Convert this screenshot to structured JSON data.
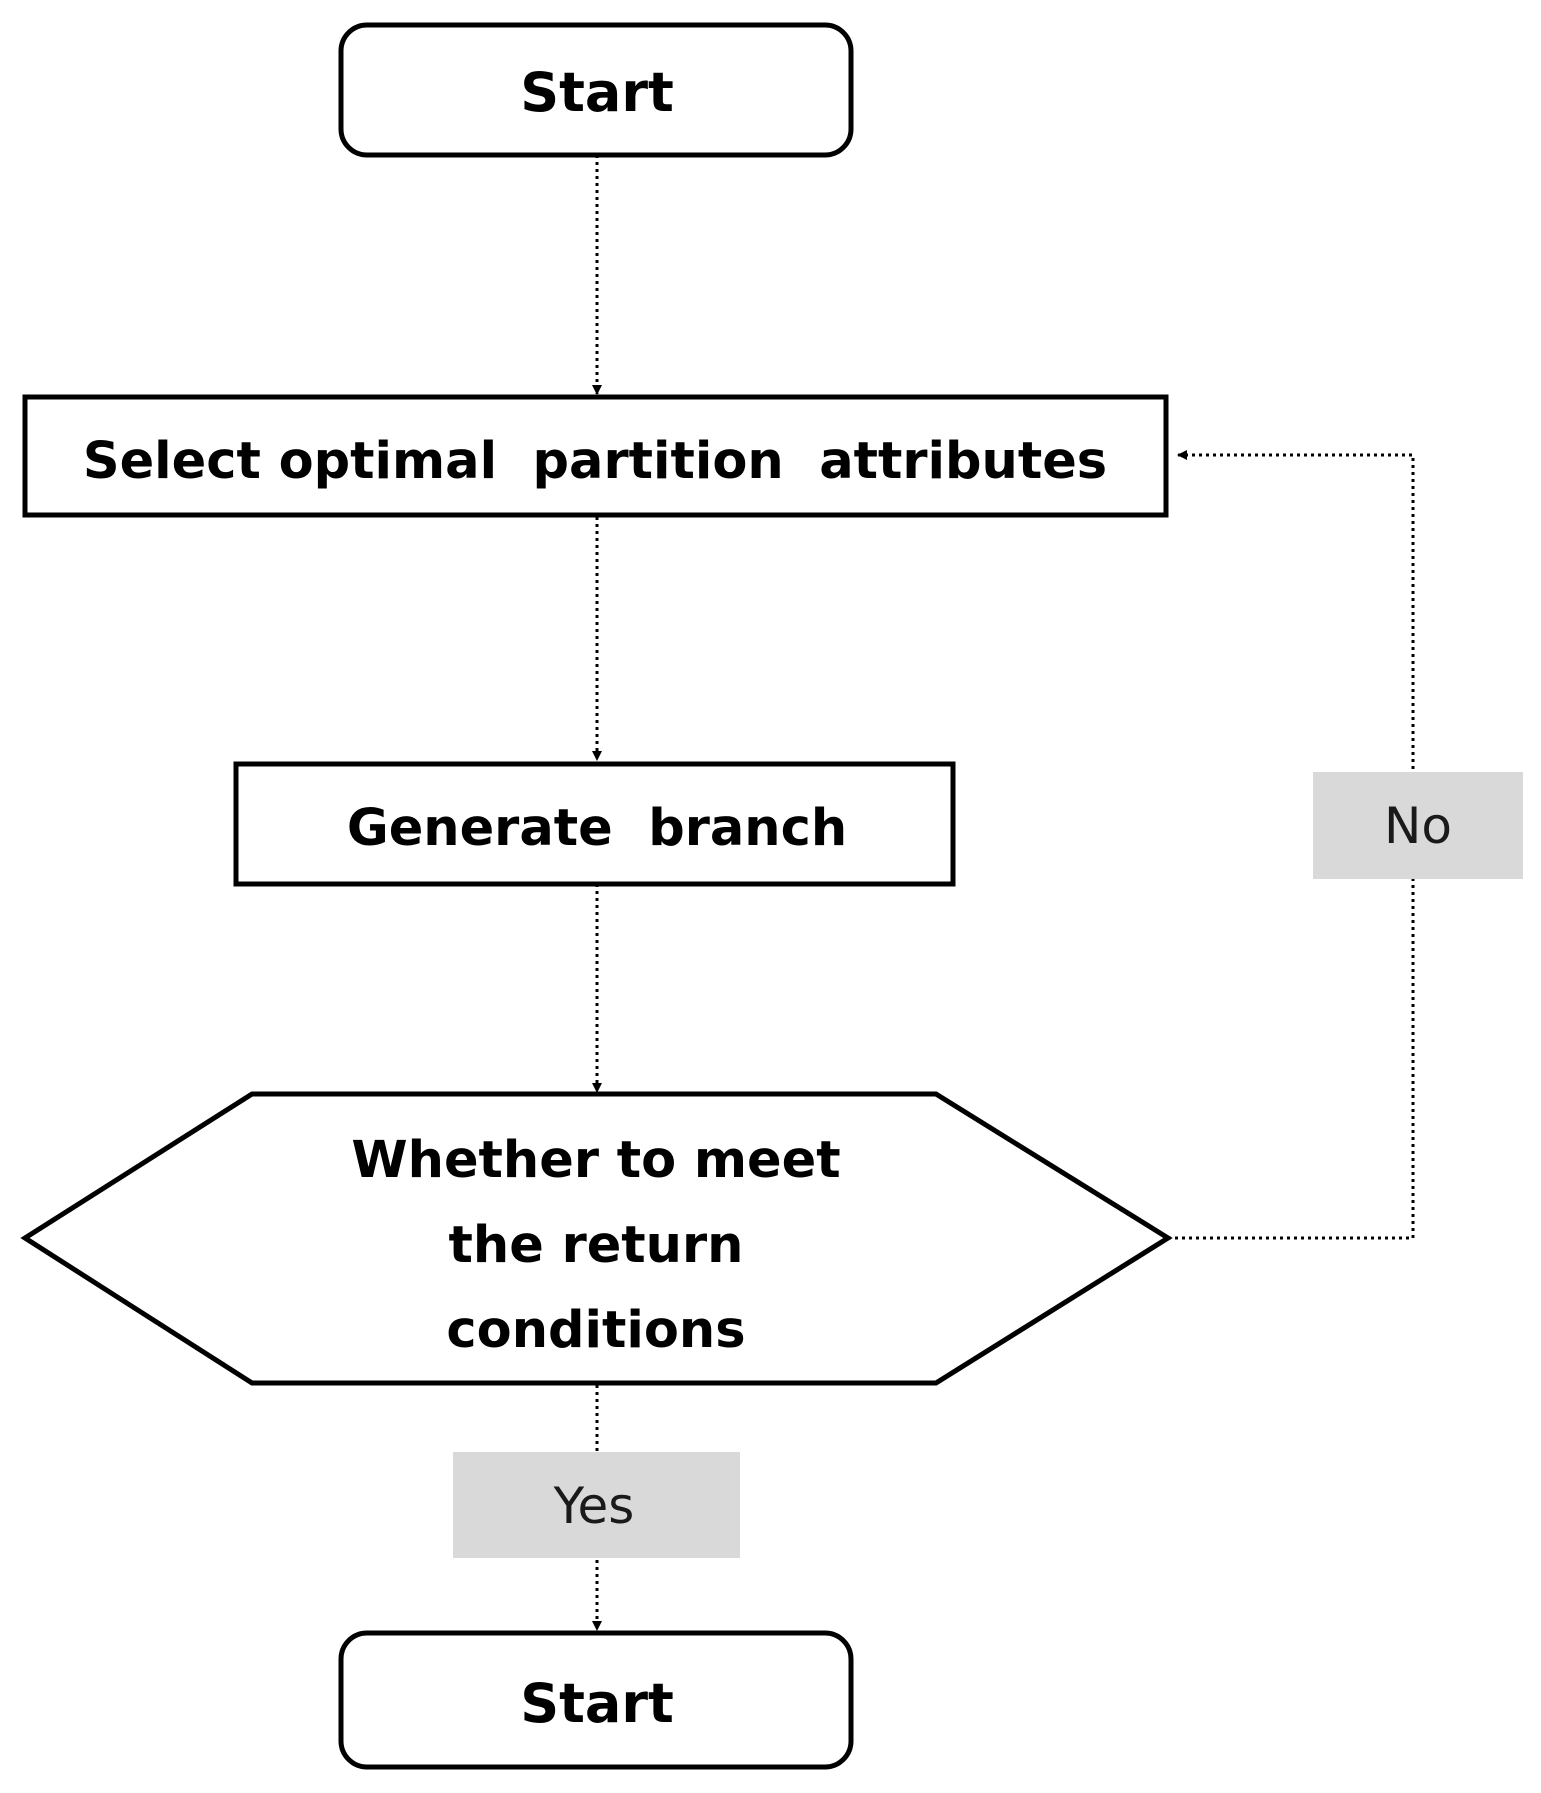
{
  "nodes": {
    "start_top": {
      "label": "Start"
    },
    "select": {
      "label": "Select optimal  partition  attributes"
    },
    "generate": {
      "label": "Generate  branch"
    },
    "decision": {
      "lines": [
        "Whether to meet",
        "the return",
        "conditions"
      ]
    },
    "start_bottom": {
      "label": "Start"
    }
  },
  "edge_labels": {
    "no": "No",
    "yes": "Yes"
  },
  "colors": {
    "stroke": "#000000",
    "label_box": "#d9d9d9",
    "background": "#ffffff"
  }
}
